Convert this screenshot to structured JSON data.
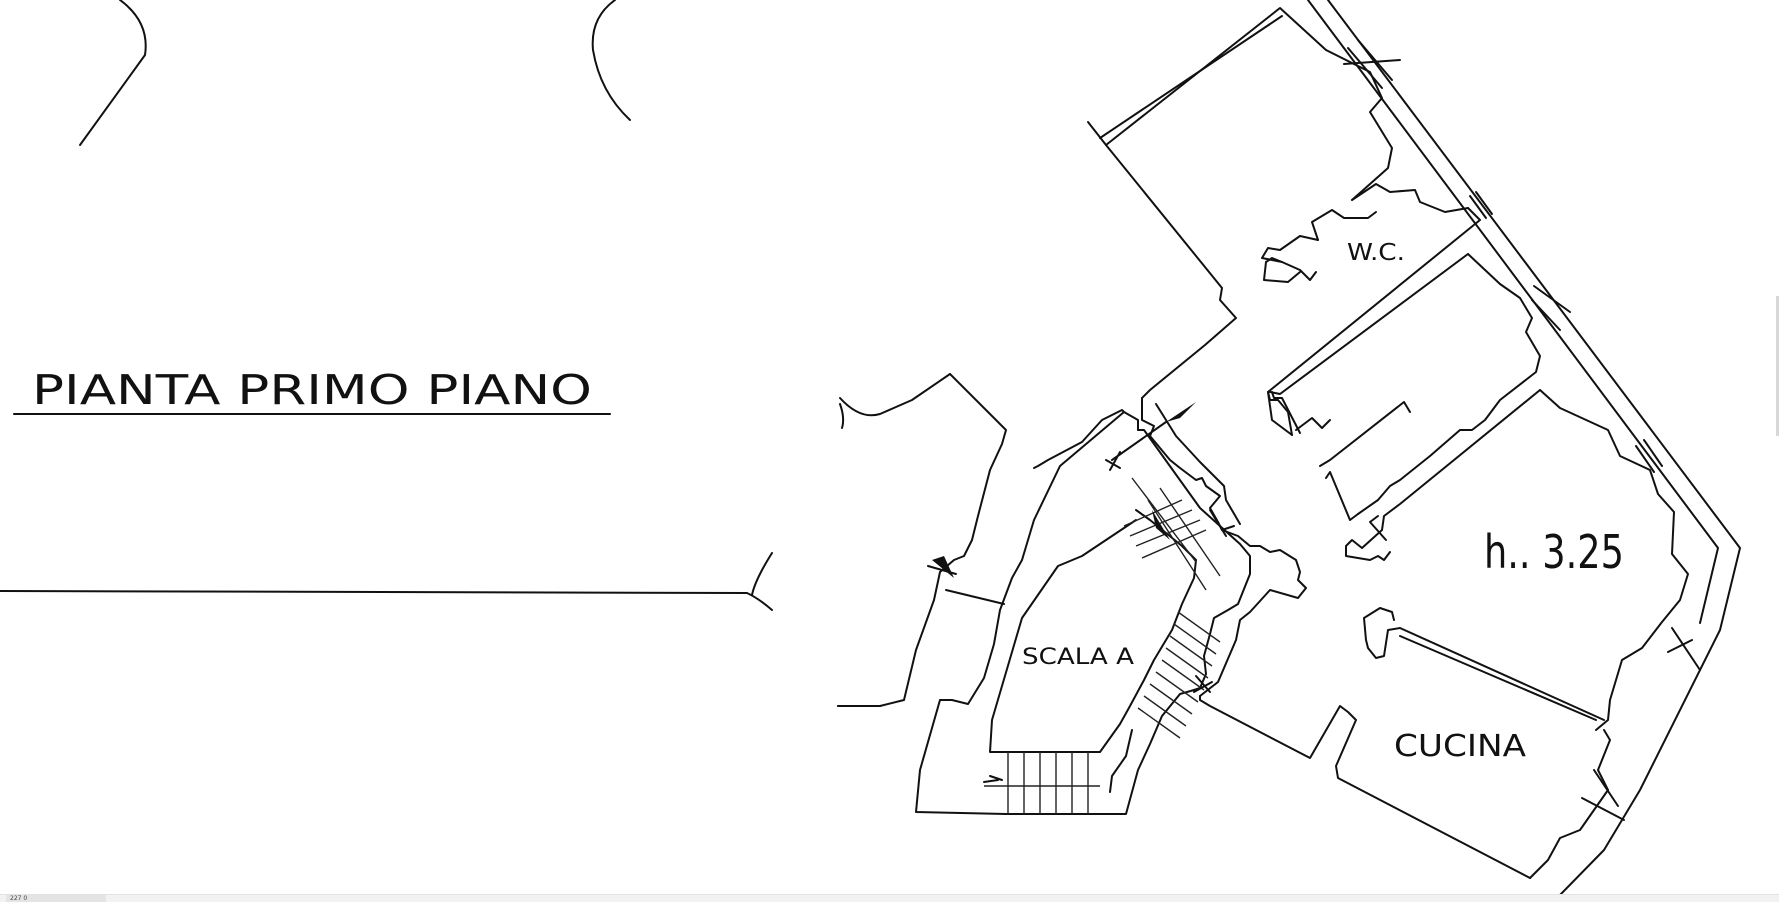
{
  "drawing": {
    "title": "PIANTA  PRIMO PIANO",
    "rooms": {
      "wc": "W.C.",
      "height": "h.. 3.25",
      "stair": "SCALA A",
      "kitchen": "CUCINA"
    }
  },
  "viewer": {
    "page_indicator": "227 0"
  }
}
